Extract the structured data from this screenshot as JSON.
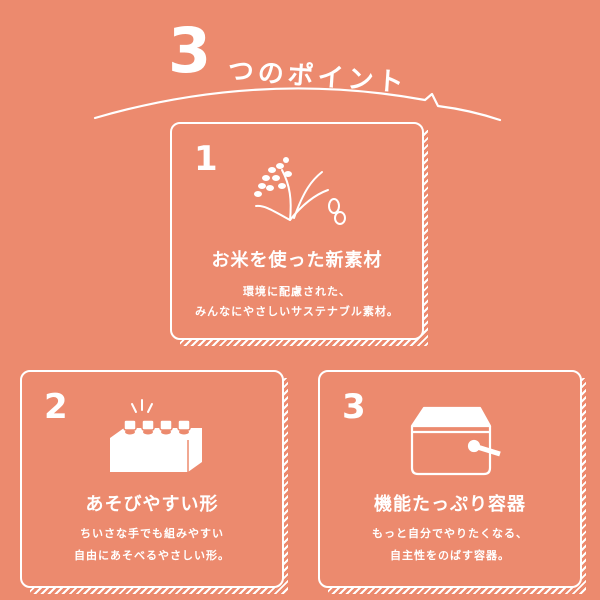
{
  "header": {
    "number": "3",
    "title": "つのポイント"
  },
  "points": [
    {
      "number": "1",
      "icon": "rice-plant-icon",
      "title": "お米を使った新素材",
      "desc_line1": "環境に配慮された、",
      "desc_line2": "みんなにやさしいサステナブル素材。"
    },
    {
      "number": "2",
      "icon": "building-block-icon",
      "title": "あそびやすい形",
      "desc_line1": "ちいさな手でも組みやすい",
      "desc_line2": "自由にあそべるやさしい形。"
    },
    {
      "number": "3",
      "icon": "storage-box-icon",
      "title": "機能たっぷり容器",
      "desc_line1": "もっと自分でやりたくなる、",
      "desc_line2": "自主性をのばす容器。"
    }
  ],
  "colors": {
    "background": "#ec8a6e",
    "foreground": "#ffffff"
  }
}
